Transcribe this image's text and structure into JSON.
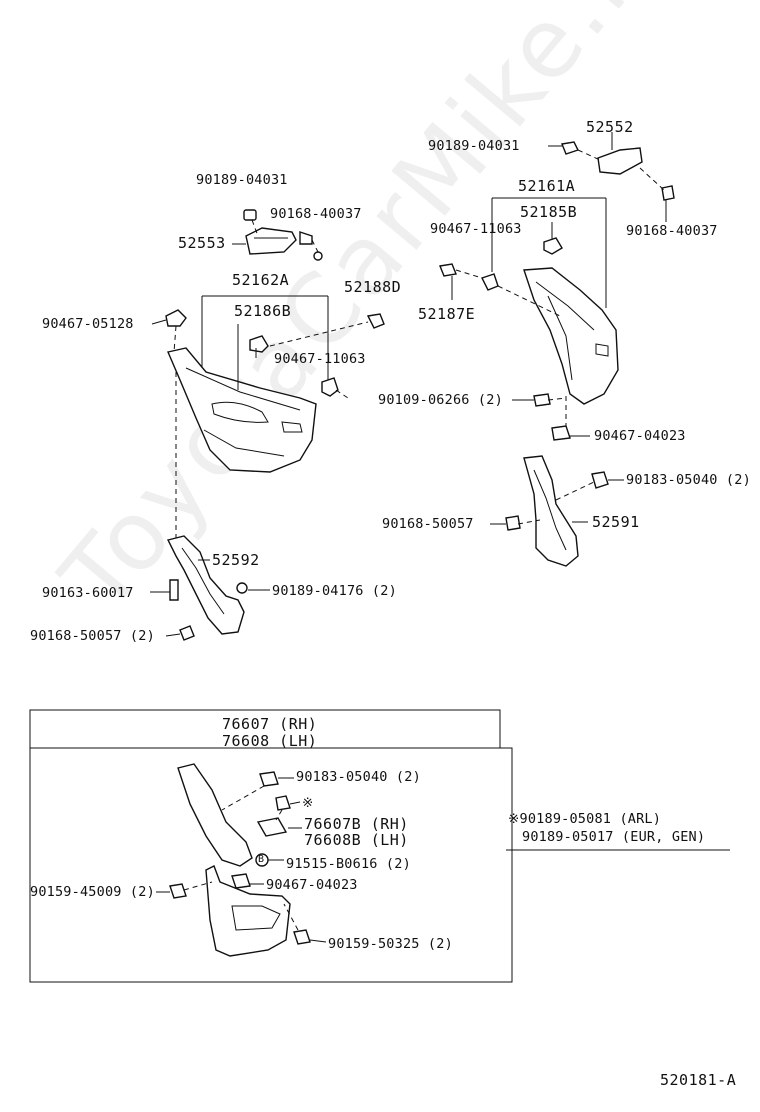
{
  "watermark": "ToyotaCarMike.ru",
  "diagram_code": "520181-A",
  "labels": {
    "p90189_04031_left": "90189-04031",
    "p90168_40037_left": "90168-40037",
    "p52553": "52553",
    "p52162A": "52162A",
    "p52186B": "52186B",
    "p52188D": "52188D",
    "p90467_05128": "90467-05128",
    "p90467_11063_left": "90467-11063",
    "p52592": "52592",
    "p90163_60017": "90163-60017",
    "p90189_04176": "90189-04176 (2)",
    "p90168_50057_left": "90168-50057 (2)",
    "p52552": "52552",
    "p90189_04031_right": "90189-04031",
    "p52161A": "52161A",
    "p52185B": "52185B",
    "p90467_11063_right": "90467-11063",
    "p90168_40037_right": "90168-40037",
    "p52187E": "52187E",
    "p90109_06266": "90109-06266 (2)",
    "p90467_04023_right": "90467-04023",
    "p90183_05040_right": "90183-05040 (2)",
    "p90168_50057_right": "90168-50057",
    "p52591": "52591",
    "p76607": "76607 (RH)",
    "p76608": "76608 (LH)",
    "p90183_05040_box": "90183-05040 (2)",
    "note_mark": "※",
    "p76607B": "76607B (RH)",
    "p76608B": "76608B (LH)",
    "p91515": "91515-B0616 (2)",
    "circle_b": "B",
    "p90159_45009": "90159-45009 (2)",
    "p90467_04023_box": "90467-04023",
    "p90159_50325": "90159-50325 (2)",
    "note_line1": "※90189-05081 (ARL)",
    "note_line2": "90189-05017 (EUR, GEN)"
  }
}
